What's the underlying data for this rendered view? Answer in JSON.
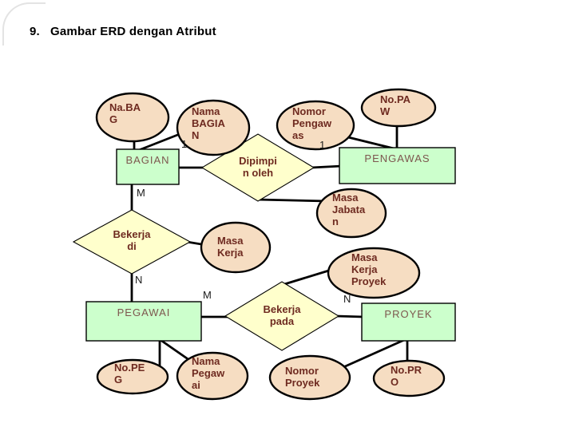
{
  "slide": {
    "title_number": "9.",
    "title_text": "Gambar ERD dengan Atribut"
  },
  "colors": {
    "attribute_fill": "#f6ddc2",
    "entity_fill": "#ccffcc",
    "relationship_fill": "#ffffcc",
    "connector": "#000000",
    "attribute_text": "#6e2a20",
    "entity_text": "#7d564e"
  },
  "erd": {
    "entities": [
      {
        "label": "BAGIAN"
      },
      {
        "label": "PENGAWAS"
      },
      {
        "label": "PEGAWAI"
      },
      {
        "label": "PROYEK"
      }
    ],
    "relationships": [
      {
        "label": "Dipimpi\nn oleh"
      },
      {
        "label": "Bekerja\ndi"
      },
      {
        "label": "Bekerja\npada"
      }
    ],
    "attributes": [
      {
        "label": "Na.BA\nG"
      },
      {
        "label": "Nama\nBAGIA\nN"
      },
      {
        "label": "Nomor\nPengaw\nas"
      },
      {
        "label": "No.PA\nW"
      },
      {
        "label": "Masa\nJabata\nn"
      },
      {
        "label": "Masa\nKerja"
      },
      {
        "label": "Masa\nKerja\nProyek"
      },
      {
        "label": "No.PE\nG"
      },
      {
        "label": "Nama\nPegaw\nai"
      },
      {
        "label": "Nomor\nProyek"
      },
      {
        "label": "No.PR\nO"
      }
    ],
    "cardinalities": [
      {
        "value": "1"
      },
      {
        "value": "1"
      },
      {
        "value": "M"
      },
      {
        "value": "N"
      },
      {
        "value": "M"
      },
      {
        "value": "N"
      }
    ]
  }
}
